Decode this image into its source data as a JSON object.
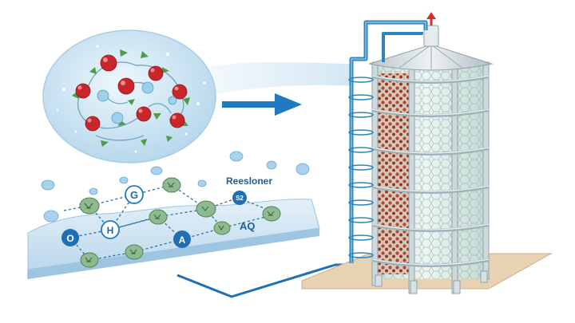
{
  "labels": {
    "reesloner": "Reesloner",
    "aq": "AQ"
  },
  "nodes": {
    "g": "G",
    "h": "H",
    "o": "O",
    "a": "A",
    "s2": "S2"
  },
  "colors": {
    "accent": "#1e7bbf",
    "pipe": "#3c95c9",
    "molecule_red": "#c9262c",
    "molecule_blue": "#9fd0ea",
    "leaf_green": "#4d9c47",
    "panel": "#cfe3f1",
    "tower_body": "#dfece8",
    "base_plate": "#e8d2b4",
    "outlet_arrow": "#d0302a"
  },
  "icons": {
    "arrow": "right-arrow-icon",
    "outlet": "up-arrow-icon"
  }
}
